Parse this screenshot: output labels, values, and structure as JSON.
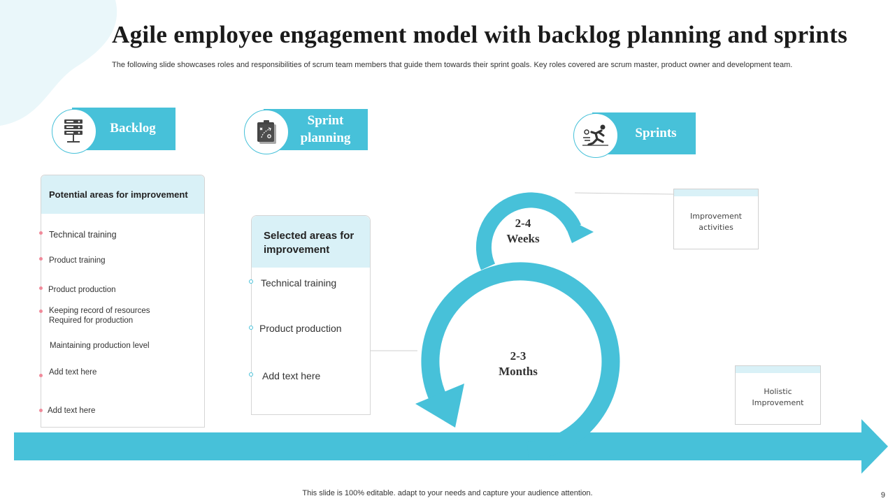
{
  "title": "Agile employee engagement model with backlog planning and sprints",
  "subtitle": "The following slide showcases roles and responsibilities of scrum team members that guide them towards their sprint goals. Key roles covered are scrum master, product owner and development team.",
  "stages": {
    "backlog": {
      "label": "Backlog",
      "icon": "server-icon"
    },
    "sprint_planning": {
      "label": "Sprint planning",
      "icon": "strategy-board-icon"
    },
    "sprints": {
      "label": "Sprints",
      "icon": "runner-icon"
    }
  },
  "potential_panel": {
    "heading": "Potential areas for improvement",
    "items": [
      "Technical training",
      "Product training",
      "Product production",
      "Keeping record of resources Required for production",
      "Maintaining production level",
      "Add text here",
      "Add text here"
    ]
  },
  "selected_panel": {
    "heading": "Selected areas for improvement",
    "items": [
      "Technical training",
      "Product production",
      "Add text here"
    ]
  },
  "cycles": {
    "short": "2-4 Weeks",
    "long": "2-3 Months"
  },
  "outcomes": {
    "improvement": "Improvement activities",
    "holistic": "Holistic Improvement"
  },
  "footer": "This slide is 100% editable. adapt to your needs and capture your audience attention.",
  "page_number": "9",
  "colors": {
    "accent": "#47c1d9",
    "light": "#d9f1f7",
    "bullet_pink": "#f08a9a"
  }
}
